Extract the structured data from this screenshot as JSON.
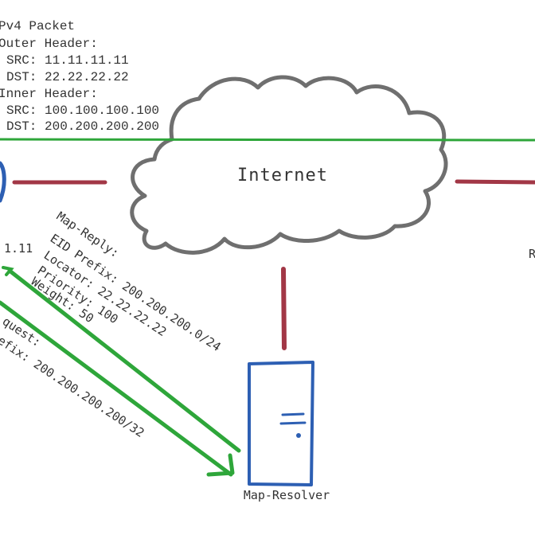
{
  "colors": {
    "cloud_stroke": "#6f6f6f",
    "link_red": "#a23746",
    "flow_green": "#2ea63a",
    "device_blue": "#2d5fb3",
    "text": "#333333"
  },
  "packet_info": {
    "title": "Pv4 Packet",
    "outer_header_label": "Outer Header:",
    "outer_src": "SRC: 11.11.11.11",
    "outer_dst": "DST: 22.22.22.22",
    "inner_header_label": "Inner Header:",
    "inner_src": "SRC: 100.100.100.100",
    "inner_dst": "DST: 200.200.200.200"
  },
  "cloud": {
    "label": "Internet"
  },
  "left_node": {
    "ip_fragment": "1.11"
  },
  "right_node": {
    "label_fragment": "R"
  },
  "map_reply": {
    "line1": "Map-Reply:",
    "line2": "EID Prefix: 200.200.200.0/24",
    "line3": "Locator: 22.22.22.22",
    "line4": "Priority: 100",
    "line5": "Weight: 50"
  },
  "map_request": {
    "line1": "quest:",
    "line2": "efix: 200.200.200.200/32"
  },
  "map_resolver": {
    "label": "Map-Resolver",
    "icon": "server-icon"
  }
}
